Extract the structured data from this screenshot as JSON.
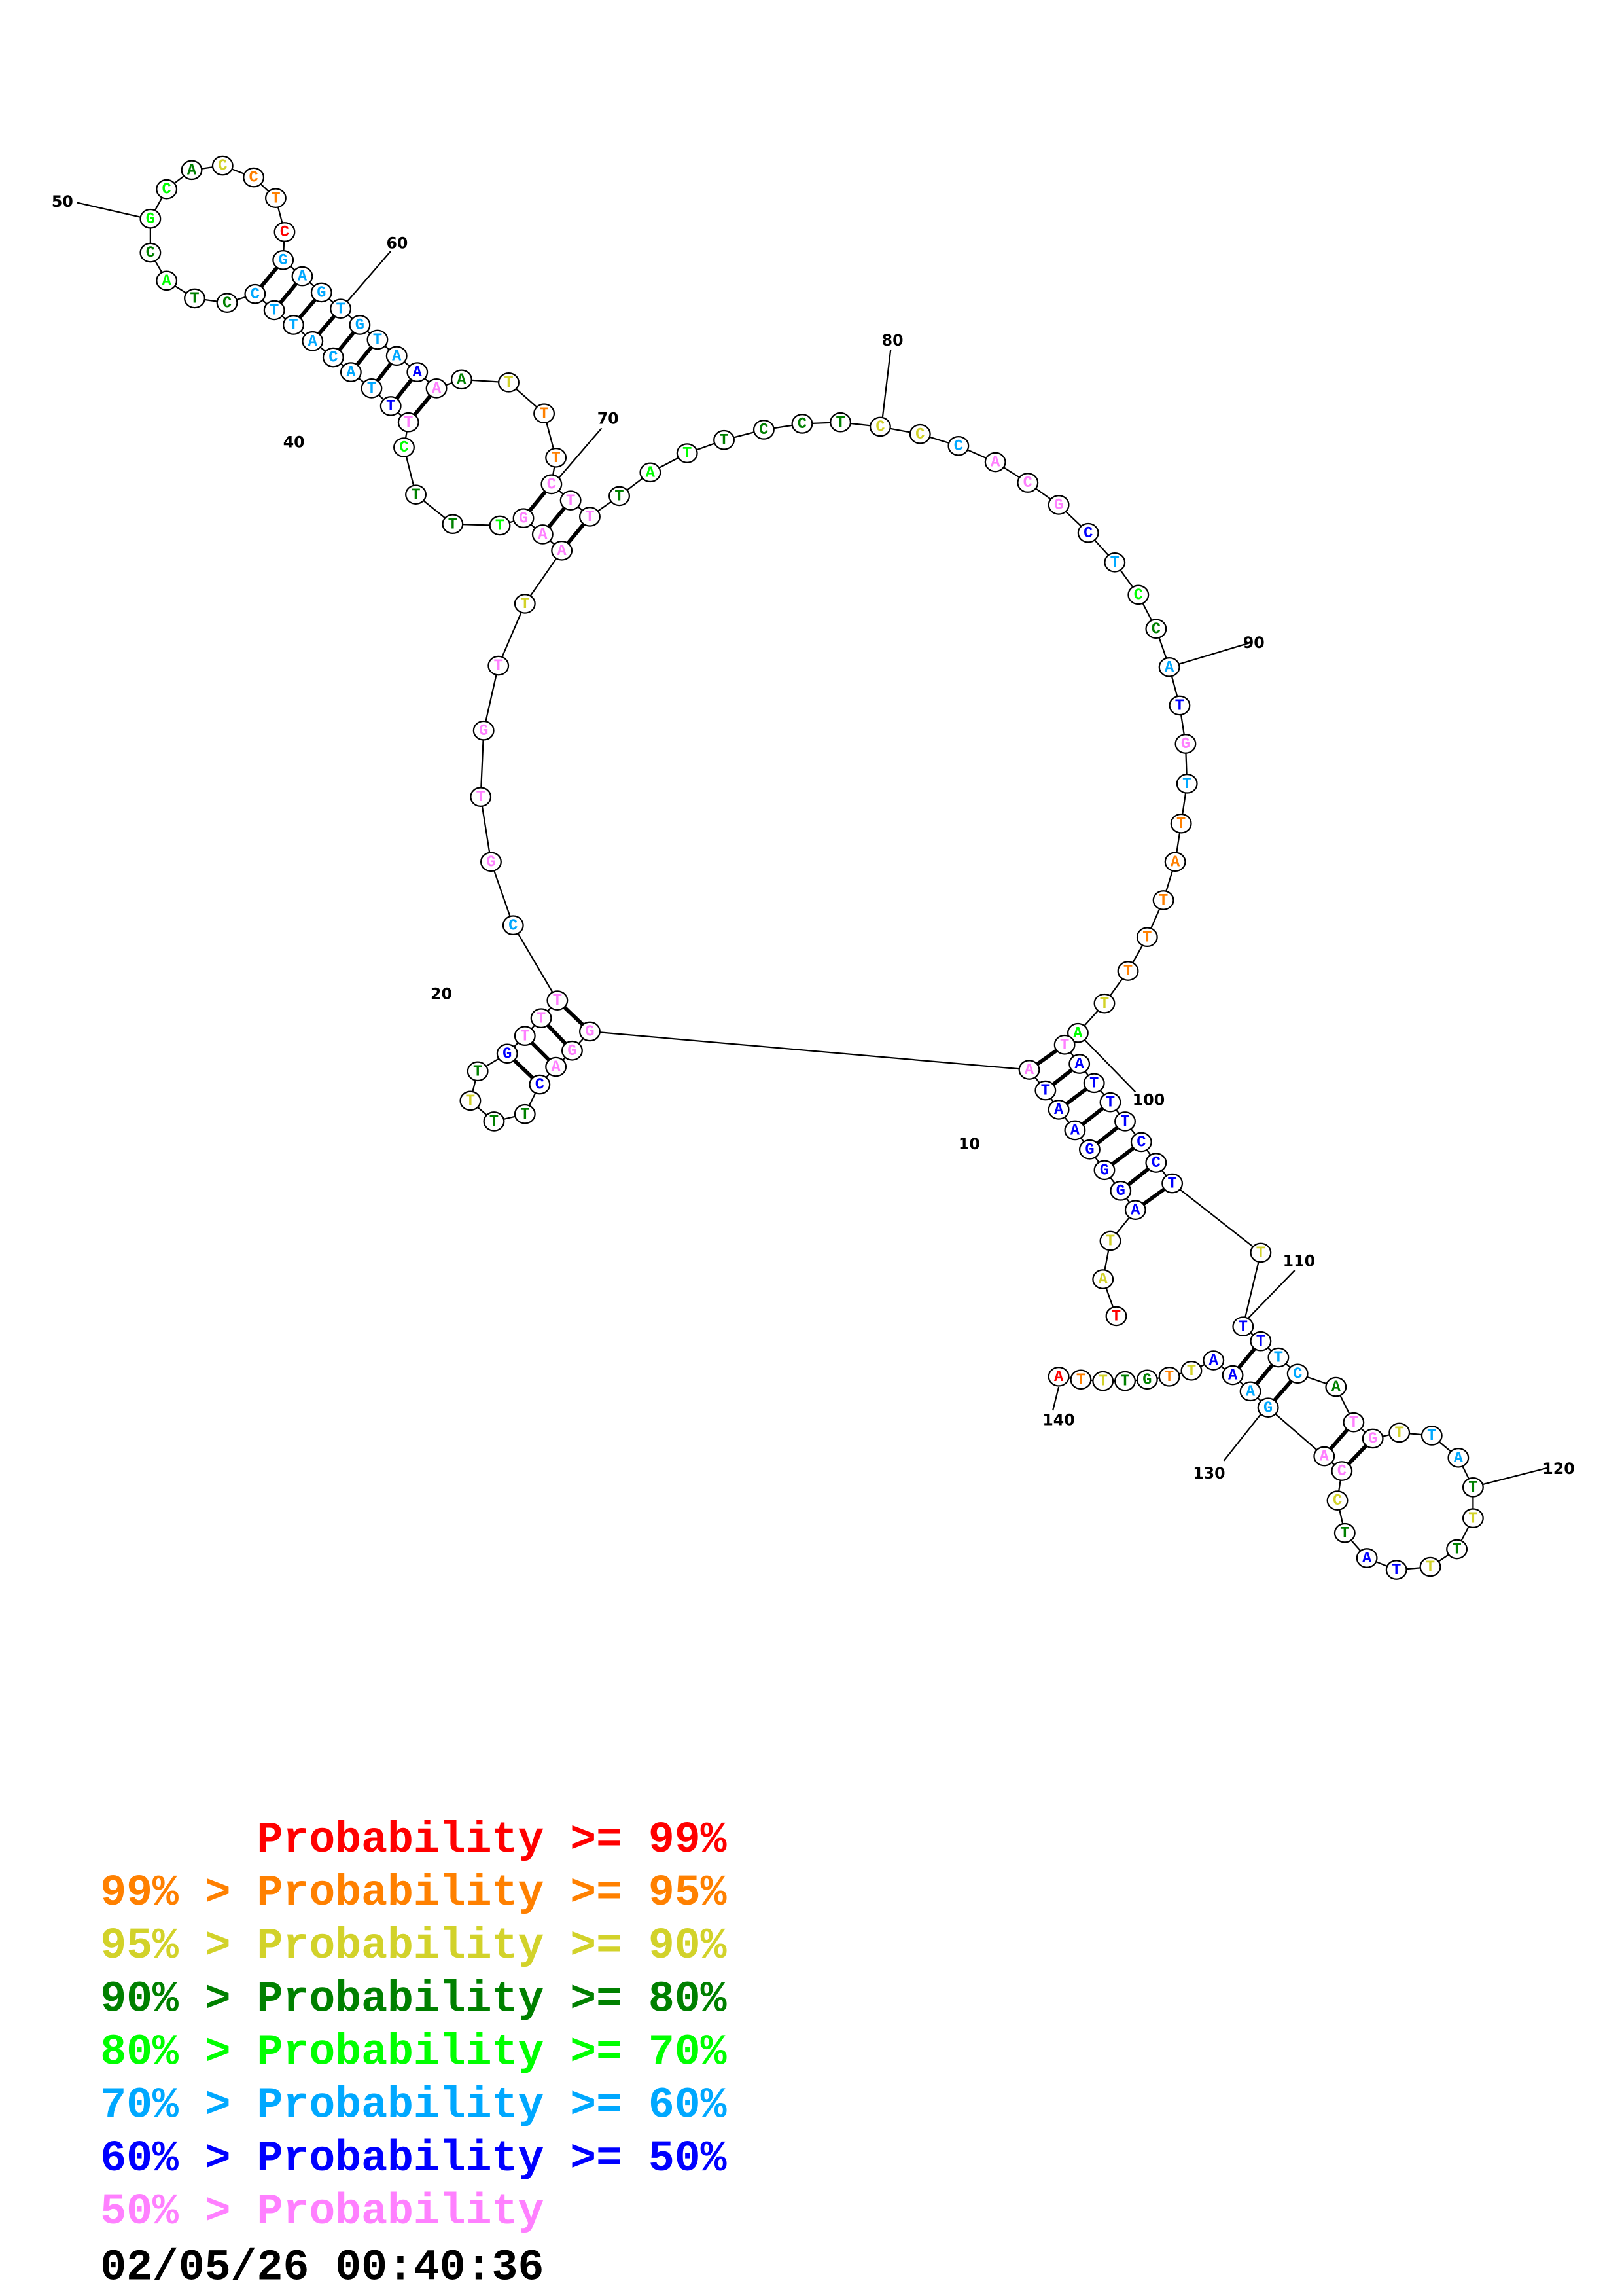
{
  "structure": {
    "sequence": "TATAGGGAATAGGACTTTTGTTTCGTGTTAAGTTTCTTTACATTCCTACGCACCTCGAGTGTAAAATTTCTTTATTCCTCCCACGCTCCATGTTATTTTATATTTCCTTTTTCATGTTATTTTTATCCAGAAATTGTTTA",
    "probability_class": [
      0,
      2,
      2,
      6,
      6,
      6,
      6,
      6,
      6,
      6,
      7,
      7,
      7,
      7,
      6,
      3,
      3,
      2,
      3,
      6,
      7,
      7,
      7,
      5,
      7,
      7,
      7,
      7,
      2,
      7,
      7,
      7,
      4,
      3,
      3,
      4,
      7,
      6,
      5,
      5,
      5,
      5,
      5,
      5,
      5,
      3,
      3,
      4,
      3,
      4,
      4,
      3,
      2,
      1,
      1,
      0,
      5,
      5,
      5,
      5,
      5,
      5,
      5,
      6,
      7,
      3,
      2,
      1,
      1,
      7,
      7,
      7,
      3,
      4,
      4,
      3,
      3,
      3,
      3,
      2,
      2,
      5,
      7,
      7,
      7,
      6,
      5,
      4,
      3,
      5,
      6,
      7,
      5,
      1,
      1,
      1,
      1,
      1,
      2,
      4,
      7,
      6,
      6,
      6,
      6,
      6,
      6,
      6,
      2,
      6,
      6,
      5,
      5,
      3,
      7,
      7,
      2,
      5,
      5,
      3,
      2,
      3,
      2,
      6,
      6,
      3,
      2,
      7,
      7,
      5,
      5,
      6,
      6,
      2,
      1,
      3,
      3,
      2,
      1,
      0
    ],
    "pairs": [
      [
        4,
        108
      ],
      [
        5,
        107
      ],
      [
        6,
        106
      ],
      [
        7,
        105
      ],
      [
        8,
        104
      ],
      [
        9,
        103
      ],
      [
        10,
        102
      ],
      [
        11,
        101
      ],
      [
        12,
        23
      ],
      [
        13,
        22
      ],
      [
        14,
        21
      ],
      [
        15,
        20
      ],
      [
        30,
        72
      ],
      [
        31,
        71
      ],
      [
        32,
        70
      ],
      [
        37,
        65
      ],
      [
        38,
        64
      ],
      [
        39,
        63
      ],
      [
        40,
        62
      ],
      [
        41,
        61
      ],
      [
        42,
        60
      ],
      [
        43,
        59
      ],
      [
        44,
        58
      ],
      [
        45,
        57
      ],
      [
        111,
        132
      ],
      [
        112,
        131
      ],
      [
        113,
        130
      ],
      [
        115,
        129
      ],
      [
        116,
        128
      ]
    ],
    "position_labels": [
      "10",
      "20",
      "40",
      "50",
      "60",
      "70",
      "80",
      "90",
      "100",
      "110",
      "120",
      "130",
      "140"
    ]
  },
  "legend": [
    {
      "prefix": "    ",
      "text": "Probability >= 99%",
      "color": "#ff0000"
    },
    {
      "prefix": "99% > ",
      "text": "Probability >= 95%",
      "color": "#ff8000"
    },
    {
      "prefix": "95% > ",
      "text": "Probability >= 90%",
      "color": "#d2d22a"
    },
    {
      "prefix": "90% > ",
      "text": "Probability >= 80%",
      "color": "#008000"
    },
    {
      "prefix": "80% > ",
      "text": "Probability >= 70%",
      "color": "#00ff00"
    },
    {
      "prefix": "70% > ",
      "text": "Probability >= 60%",
      "color": "#00a8ff"
    },
    {
      "prefix": "60% > ",
      "text": "Probability >= 50%",
      "color": "#0000ff"
    },
    {
      "prefix": "50% > ",
      "text": "Probability",
      "color": "#ff80ff"
    }
  ],
  "timestamp": "02/05/26 00:40:36"
}
